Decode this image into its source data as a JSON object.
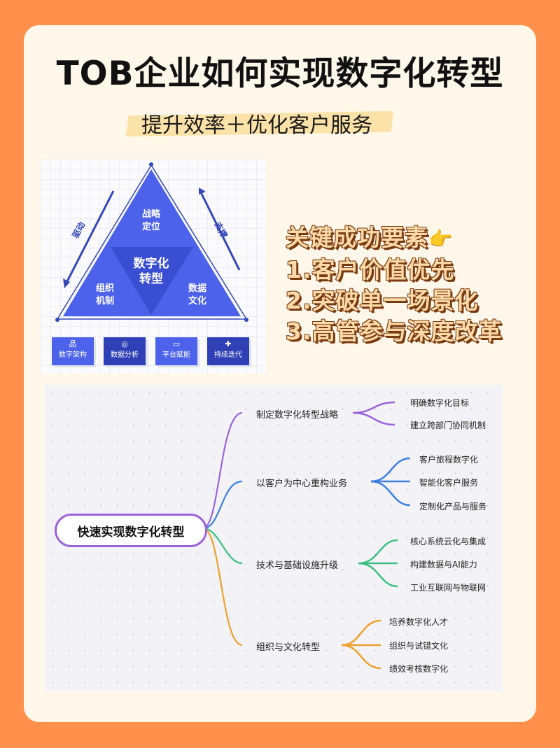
{
  "title": "TOB企业如何实现数字化转型",
  "subtitle": "提升效率＋优化客户服务",
  "colors": {
    "background": "#ff914d",
    "card": "#fff8ea",
    "triangle": "#4c62ea",
    "triangle_inner": "#3a4ed2",
    "purple": "#9a63d8",
    "blue": "#3c7ee0",
    "green": "#3dbf82",
    "orange": "#eea02b"
  },
  "triangle": {
    "top": "战略\n定位",
    "top_line1": "战略",
    "top_line2": "定位",
    "center_line1": "数字化",
    "center_line2": "转型",
    "left_line1": "组织",
    "left_line2": "机制",
    "right_line1": "数据",
    "right_line2": "文化",
    "left_arrow_label": "驱动",
    "right_arrow_label": "支撑",
    "tiles": [
      {
        "icon": "org-chart-icon",
        "glyph": "品",
        "label": "数字架构"
      },
      {
        "icon": "target-icon",
        "glyph": "◎",
        "label": "数据分析"
      },
      {
        "icon": "monitor-icon",
        "glyph": "▭",
        "label": "平台赋能"
      },
      {
        "icon": "puzzle-icon",
        "glyph": "✚",
        "label": "持续迭代"
      }
    ]
  },
  "key_factors": {
    "heading": "关键成功要素",
    "heading_emoji": "👉",
    "items": [
      "1.客户价值优先",
      "2.突破单一场景化",
      "3.高管参与深度改革"
    ]
  },
  "mindmap": {
    "root": "快速实现数字化转型",
    "branches": [
      {
        "label": "制定数字化转型战略",
        "color": "#9a63d8",
        "children": [
          "明确数字化目标",
          "建立跨部门协同机制"
        ]
      },
      {
        "label": "以客户为中心重构业务",
        "color": "#3c7ee0",
        "children": [
          "客户旅程数字化",
          "智能化客户服务",
          "定制化产品与服务"
        ]
      },
      {
        "label": "技术与基础设施升级",
        "color": "#3dbf82",
        "children": [
          "核心系统云化与集成",
          "构建数据与AI能力",
          "工业互联网与物联网"
        ]
      },
      {
        "label": "组织与文化转型",
        "color": "#eea02b",
        "children": [
          "培养数字化人才",
          "组织与试错文化",
          "绩效考核数字化"
        ]
      }
    ]
  }
}
